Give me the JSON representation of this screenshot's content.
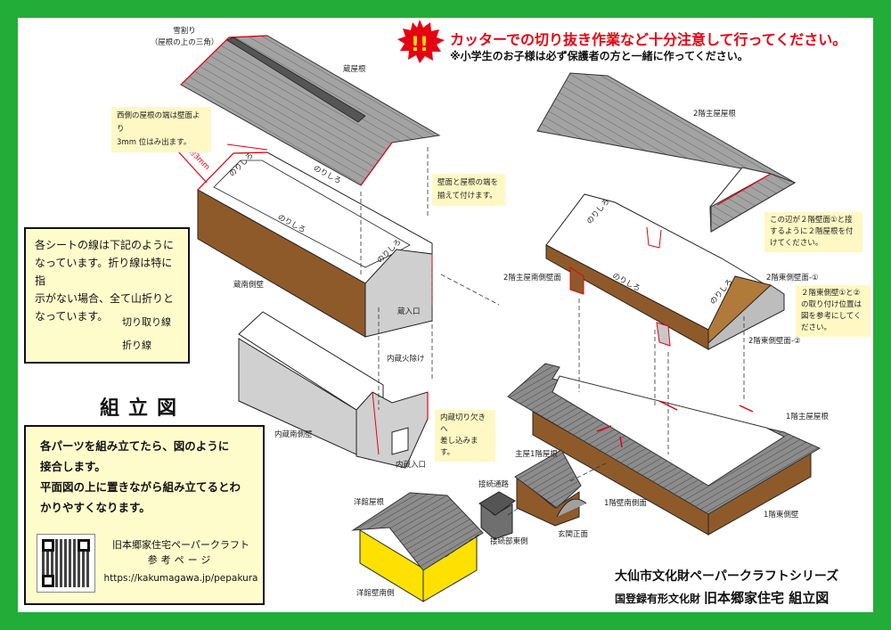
{
  "warning": {
    "icon": "exclamation-starburst-icon",
    "mark": "!!",
    "line1": "カッターでの切り抜き作業など十分注意して行ってください。",
    "line2": "※小学生のお子様は必ず保護者の方と一緒に作ってください。"
  },
  "legend": {
    "lines": [
      "各シートの線は下記のように",
      "なっています。折り線は特に指",
      "示がない場合、全て山折りと",
      "なっています。"
    ],
    "cut_line": "切り取り線",
    "fold_line": "折り線"
  },
  "title": "組立図",
  "instructions": {
    "lines": [
      "各パーツを組み立てたら、図のように",
      "接合します。",
      "平面図の上に置きながら組み立てるとわ",
      "かりやすくなります。"
    ],
    "ref_title": "旧本郷家住宅ペーパークラフト",
    "ref_sub": "参考ページ",
    "url": "https://kakumagawa.jp/pepakura"
  },
  "footer": {
    "series": "大仙市文化財ペーパークラフトシリーズ",
    "designation": "国登録有形文化財",
    "name": "旧本郷家住宅 組立図"
  },
  "labels": {
    "snow_guard": "雪割り",
    "snow_guard_sub": "（屋根の上の三角）",
    "kura_roof": "蔵屋根",
    "approx_3mm": "約3mm",
    "glue_tab": "のりしろ",
    "kura_south_wall": "蔵南側壁",
    "kura_entrance": "蔵入口",
    "inner_fireguard": "内蔵火除け",
    "inner_south_wall": "内蔵南側壁",
    "inner_entrance": "内蔵入口",
    "second_roof": "2階主屋屋根",
    "second_south_wall": "2階主屋南側壁面",
    "second_east_wall_1": "2階東側壁面-①",
    "second_east_wall_2": "2階東側壁面-②",
    "first_main_roof": "1階主屋屋根",
    "first_south_wall": "1階壁南側面",
    "first_east_wall": "1階東側壁",
    "main_first_roof": "主屋1階屋根",
    "passage": "接続通路",
    "passage_east": "接続部東側",
    "entrance_front": "玄関正面",
    "western_roof": "洋館屋根",
    "western_south_wall": "洋館壁南側"
  },
  "notes": {
    "west_roof": [
      "西側の屋根の端は壁面より",
      "3mm 位はみ出ます。"
    ],
    "align": [
      "壁面と屋根の端を",
      "揃えて付けます。"
    ],
    "inner_insert": [
      "内蔵切り欠きへ",
      "差し込みます。"
    ],
    "edge_contact": [
      "この辺が２階壁面①と接",
      "するように２階屋根を付",
      "けてください。"
    ],
    "east_wall_pos": [
      "２階東側壁①と②",
      "の取り付け位置は",
      "図を参考にしてく",
      "ださい。"
    ]
  },
  "colors": {
    "border": "#22ad38",
    "cut": "#e60012",
    "roof": "#a3a3a3",
    "wall": "#8f5a2a",
    "yellow": "#ffe100",
    "note": "#fff8c4"
  }
}
